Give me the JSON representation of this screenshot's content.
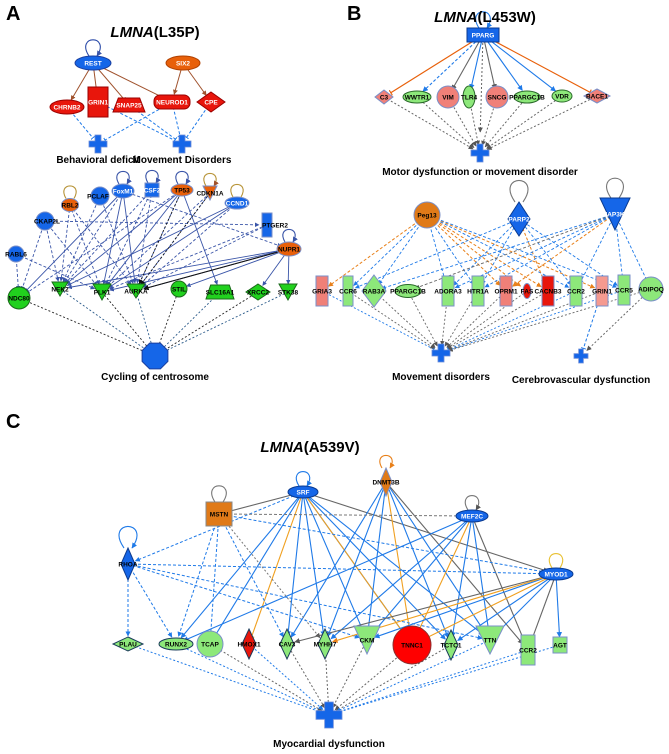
{
  "figure": {
    "panels": [
      {
        "id": "A",
        "letter": "A",
        "title_italic": "LMNA",
        "title_rest": "(L35P)",
        "subnetworks": [
          {
            "nodes": [
              "REST",
              "SIX2",
              "CHRNB2",
              "GRIN1",
              "SNAP25",
              "NEUROD1",
              "CPE"
            ],
            "diseases": [
              "Behavioral deficit",
              "Movement Disorders"
            ]
          },
          {
            "nodes": [
              "RBL2",
              "PCLAF",
              "FoxM1",
              "CSF2",
              "TP53",
              "CDKN1A",
              "CCND1",
              "CKAP2L",
              "PTGER2",
              "RABL6",
              "NUPR1",
              "NDC80",
              "NEK2",
              "PLK1",
              "AURKA",
              "STIL",
              "SLC16A1",
              "XRCC2",
              "STK38"
            ],
            "diseases": [
              "Cycling of centrosome"
            ]
          }
        ]
      },
      {
        "id": "B",
        "letter": "B",
        "title_italic": "LMNA",
        "title_rest": "(L453W)",
        "subnetworks": [
          {
            "nodes": [
              "PPARG",
              "C3",
              "WWTR1",
              "VIM",
              "TLR4",
              "SNCG",
              "PPARGC1B",
              "VDR",
              "BACE1"
            ],
            "diseases": [
              "Motor dysfunction or movement disorder"
            ]
          },
          {
            "nodes": [
              "Peg13",
              "PARP2",
              "MAP3K8",
              "GRIA3",
              "CCR6",
              "RAB3A",
              "PPARGC1B",
              "ADORA3",
              "HTR1A",
              "OPRM1",
              "FAS",
              "CACNB3",
              "CCR2",
              "GRIN1",
              "CCR5",
              "ADIPOQ"
            ],
            "diseases": [
              "Movement disorders",
              "Cerebrovascular dysfunction"
            ]
          }
        ]
      },
      {
        "id": "C",
        "letter": "C",
        "title_italic": "LMNA",
        "title_rest": "(A539V)",
        "subnetworks": [
          {
            "nodes": [
              "SRF",
              "DNMT3B",
              "MSTN",
              "MEF2C",
              "RHOA",
              "MYOD1",
              "PLAU",
              "RUNX2",
              "TCAP",
              "HMOX1",
              "CAV3",
              "MYHH7",
              "CKM",
              "TNNC1",
              "TCTC1",
              "TTN",
              "CCR2",
              "AGT"
            ],
            "diseases": [
              "Myocardial dysfunction"
            ]
          }
        ]
      }
    ]
  },
  "colors": {
    "up_red": "#e8160c",
    "light_red": "#f08078",
    "orange": "#e8600a",
    "dark_orange": "#e07a18",
    "blue": "#1566e8",
    "green": "#21d11e",
    "light_green": "#8de87a",
    "edge_blue": "#3a55a8",
    "edge_lightblue": "#1f7ae8",
    "edge_orange": "#f0a020",
    "edge_gray": "#666666",
    "edge_brown": "#a0522d"
  }
}
